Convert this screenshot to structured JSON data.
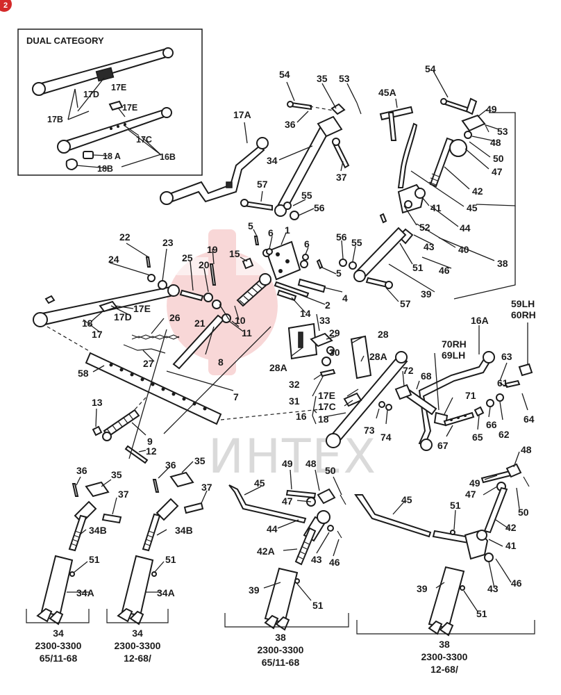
{
  "page_badge": "2",
  "watermark": "ИНТЕХ",
  "inset": {
    "title": "DUAL CATEGORY"
  },
  "callouts": {
    "c17E_inset_top": "17E",
    "c17D_inset": "17D",
    "c17B": "17B",
    "c17E_inset_mid": "17E",
    "c17C_inset": "17C",
    "c16B": "16B",
    "c18A": "18 A",
    "c18B": "18B",
    "c17A": "17A",
    "c54_top": "54",
    "c35_top": "35",
    "c53_top": "53",
    "c36_top": "36",
    "c34_top": "34",
    "c37_top": "37",
    "c57_top": "57",
    "c55_top": "55",
    "c56_top": "56",
    "c45A": "45A",
    "c54_right": "54",
    "c49_right": "49",
    "c53_right": "53",
    "c48_right": "48",
    "c50_right": "50",
    "c47_right": "47",
    "c42_right": "42",
    "c45_right": "45",
    "c41_right": "41",
    "c44_right": "44",
    "c52": "52",
    "c40": "40",
    "c38_right": "38",
    "c43_right": "43",
    "c51_right": "51",
    "c46_right": "46",
    "c39_right": "39",
    "c57_right": "57",
    "c22": "22",
    "c23": "23",
    "c24": "24",
    "c5_left": "5",
    "c6_left": "6",
    "c1": "1",
    "c6_right": "6",
    "c56_mid": "56",
    "c55_mid": "55",
    "c19": "19",
    "c25": "25",
    "c20": "20",
    "c15": "15",
    "c5_right": "5",
    "c4": "4",
    "c2": "2",
    "c14": "14",
    "c17E_left": "17E",
    "c17D_left": "17D",
    "c18_left": "18",
    "c17_left": "17",
    "c26": "26",
    "c21": "21",
    "c10": "10",
    "c11": "11",
    "c27": "27",
    "c8": "8",
    "c58": "58",
    "c33": "33",
    "c29": "29",
    "c28": "28",
    "c28A_left": "28A",
    "c30": "30",
    "c28A_right": "28A",
    "c32": "32",
    "c31": "31",
    "c17E_mid": "17E",
    "c17C_mid": "17C",
    "c16": "16",
    "c18_mid": "18",
    "c7": "7",
    "c13": "13",
    "c9": "9",
    "c12": "12",
    "c73": "73",
    "c74": "74",
    "c16A": "16A",
    "c59LH": "59LH",
    "c60RH": "60RH",
    "c70RH": "70RH",
    "c69LH": "69LH",
    "c63": "63",
    "c72": "72",
    "c68": "68",
    "c61": "61",
    "c71": "71",
    "c66": "66",
    "c62": "62",
    "c64": "64",
    "c65": "65",
    "c67": "67",
    "c36_b1": "36",
    "c35_b1": "35",
    "c37_b1": "37",
    "c34B_b1": "34B",
    "c51_b1": "51",
    "c34A_b1": "34A",
    "c36_b2": "36",
    "c35_b2": "35",
    "c37_b2": "37",
    "c34B_b2": "34B",
    "c51_b2": "51",
    "c34A_b2": "34A",
    "c45_b3": "45",
    "c49_b3": "49",
    "c48_b3": "48",
    "c50_b3": "50",
    "c47_b3": "47",
    "c44_b3": "44",
    "c42A_b3": "42A",
    "c43_b3": "43",
    "c46_b3": "46",
    "c39_b3": "39",
    "c51_b3": "51",
    "c45_b4": "45",
    "c48_b4": "48",
    "c49_b4": "49",
    "c47_b4": "47",
    "c51_b4": "51",
    "c42_b4": "42",
    "c50_b4": "50",
    "c41_b4": "41",
    "c43_b4": "43",
    "c46_b4": "46",
    "c39_b4": "39",
    "c51_b4b": "51"
  },
  "captions": [
    {
      "part": "34",
      "model": "2300-3300",
      "dates": "65/11-68"
    },
    {
      "part": "34",
      "model": "2300-3300",
      "dates": "12-68/"
    },
    {
      "part": "38",
      "model": "2300-3300",
      "dates": "65/11-68"
    },
    {
      "part": "38",
      "model": "2300-3300",
      "dates": "12-68/"
    }
  ]
}
